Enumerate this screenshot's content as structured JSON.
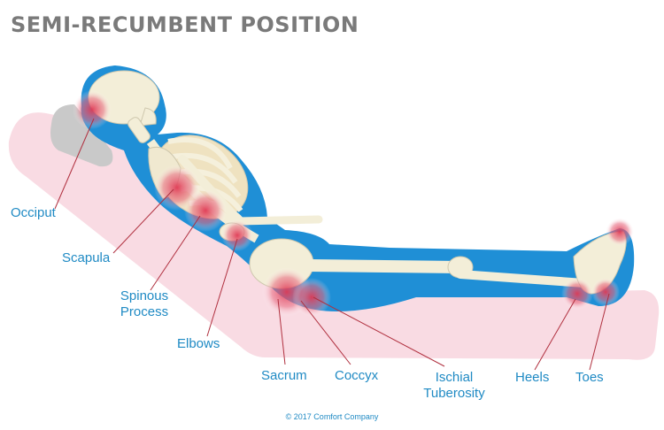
{
  "title": "SEMI-RECUMBENT POSITION",
  "labels": {
    "occiput": "Occiput",
    "scapula": "Scapula",
    "spinous_line1": "Spinous",
    "spinous_line2": "Process",
    "elbows": "Elbows",
    "sacrum": "Sacrum",
    "coccyx": "Coccyx",
    "ischial_line1": "Ischial",
    "ischial_line2": "Tuberosity",
    "heels": "Heels",
    "toes": "Toes"
  },
  "copyright": "© 2017 Comfort Company",
  "colors": {
    "title": "#7a7a7a",
    "label": "#1f8ac4",
    "body_outline": "#1f8fd6",
    "bed": "#f9dbe3",
    "pillow": "#c9c9c9",
    "bone": "#f3eed8",
    "pressure": "#e03a55",
    "leader": "#b0303f"
  }
}
